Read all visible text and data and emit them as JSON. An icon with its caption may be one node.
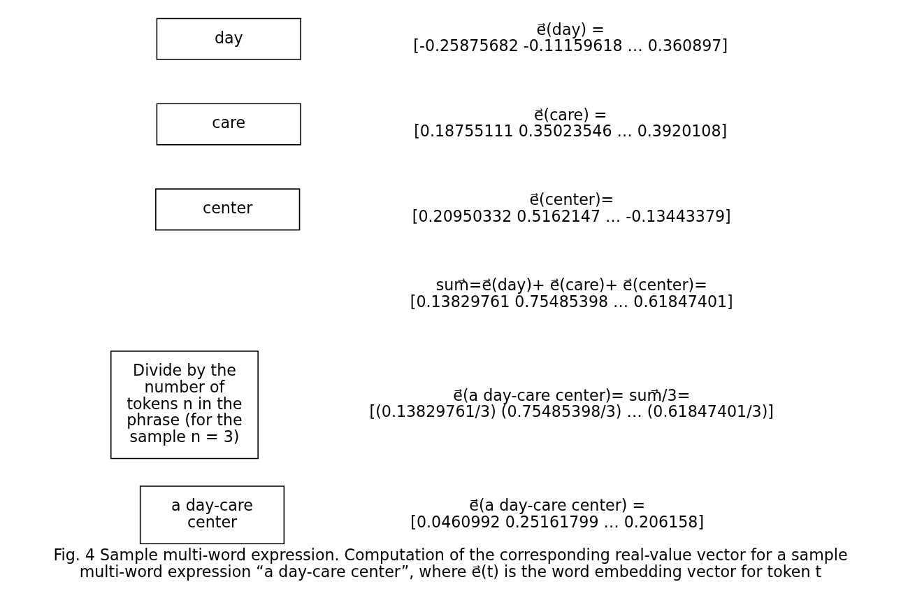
{
  "diagram": {
    "caption": "Fig. 4 Sample multi-word expression. Computation of the corresponding real-value vector for a sample multi-word expression “a day-care center”, where e⃗(t) is the word embedding vector for token t",
    "nodes": [
      {
        "text": [
          "day"
        ],
        "beside": [
          "e⃗(day) =",
          "[-0.25875682 -0.11159618 … 0.360897]"
        ]
      },
      {
        "text": [
          "care"
        ],
        "beside": [
          "e⃗(care) =",
          "[0.18755111 0.35023546 … 0.3920108]"
        ]
      },
      {
        "text": [
          "center"
        ],
        "beside": [
          "e⃗(center)=",
          "[0.20950332 0.5162147 … -0.13443379]"
        ]
      },
      {
        "text": [
          "Divide by the number of tokens n in the phrase (for the sample n = 3)"
        ],
        "beside": [
          "e⃗(a day-care center)= sum⃗/3=",
          "[(0.13829761/3) (0.75485398/3) … (0.61847401/3)]"
        ]
      },
      {
        "text": [
          "a day-care center"
        ],
        "beside": [
          "e⃗(a day-care center) =",
          "[0.0460992 0.25161799 … 0.206158]"
        ]
      }
    ],
    "edges": [],
    "labels": [
      "sum⃗=e⃗(day)+ e⃗(care)+ e⃗(center)=",
      "[0.13829761 0.75485398 … 0.61847401]"
    ]
  }
}
